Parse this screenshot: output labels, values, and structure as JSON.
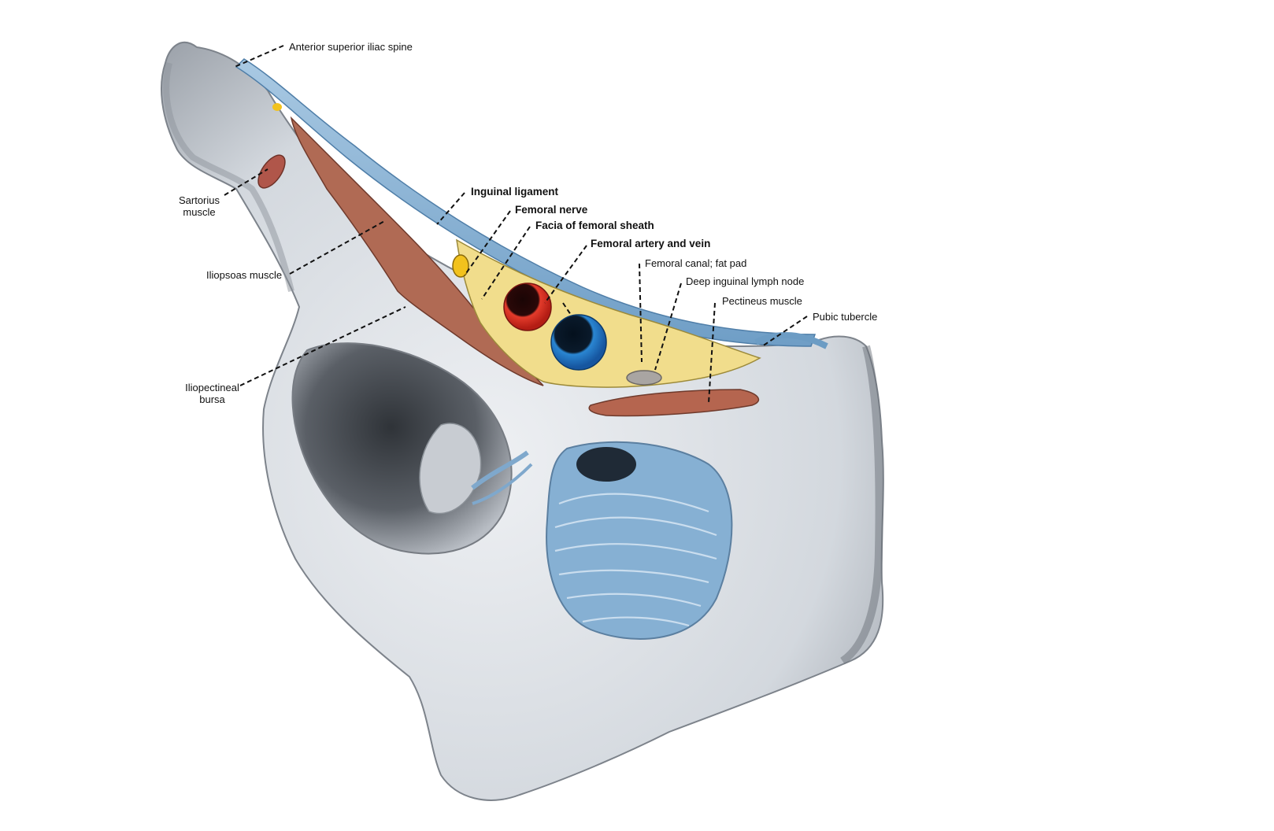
{
  "labels": {
    "asis": "Anterior superior iliac spine",
    "sartorius": "Sartorius muscle",
    "iliopsoas": "Iliopsoas muscle",
    "iliopectineal": "Iliopectineal bursa",
    "inguinal": "Inguinal ligament",
    "femoral_nerve": "Femoral nerve",
    "fascia_sheath": "Facia of femoral sheath",
    "artery_vein": "Femoral artery and vein",
    "femoral_canal": "Femoral canal; fat pad",
    "lymph_node": "Deep inguinal lymph node",
    "pectineus": "Pectineus muscle",
    "pubic_tubercle": "Pubic tubercle"
  },
  "colors": {
    "bone": "#d9dde3",
    "bone_shadow": "#5c6168",
    "ligament": "#8fb6d6",
    "muscle": "#b5654f",
    "fat": "#f2df8f",
    "nerve": "#f2c21d",
    "artery": "#d42a1f",
    "vein": "#1e6fb8"
  }
}
